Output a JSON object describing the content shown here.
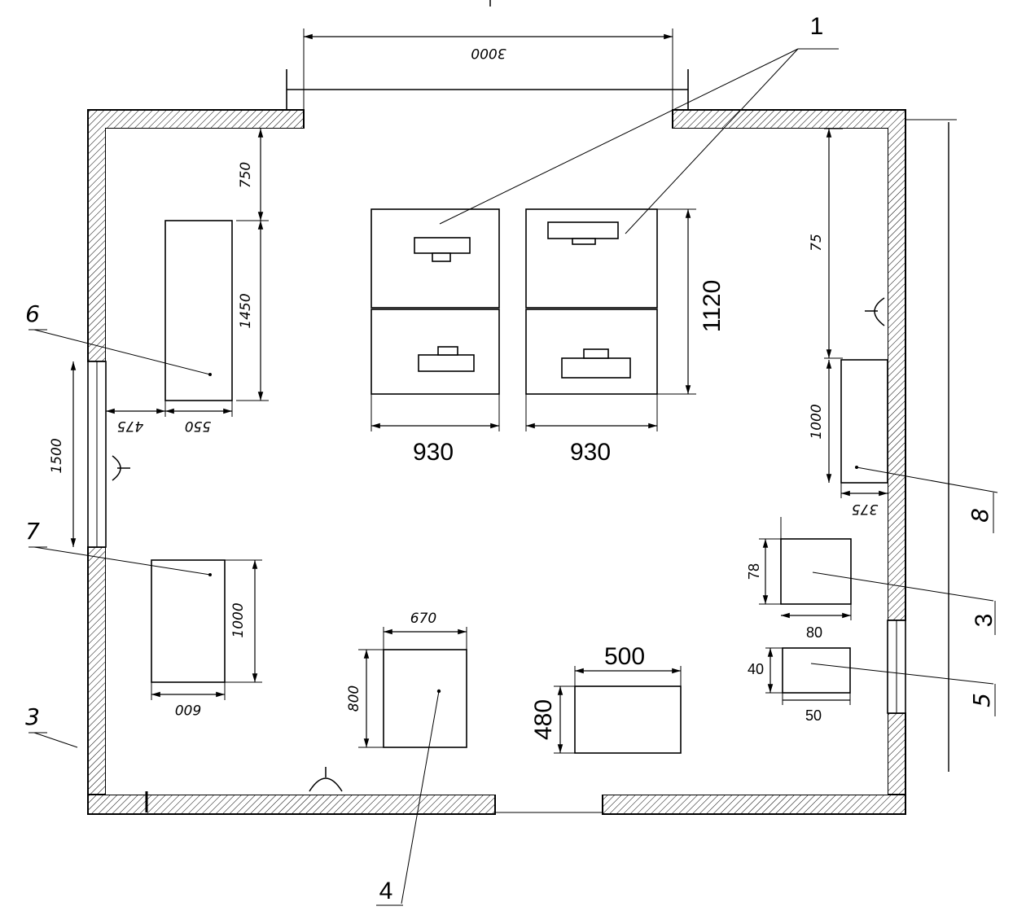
{
  "dimensions": {
    "door_width": "3000",
    "left_wall_top": "750",
    "cabinet_6_length": "1450",
    "cabinet_6_offset": "475",
    "cabinet_6_width": "550",
    "window_left": "1500",
    "desk_7_length": "1000",
    "desk_7_width": "600",
    "table_4_width": "670",
    "table_4_length": "800",
    "table_center_width": "500",
    "table_center_length": "480",
    "machine_width_a": "930",
    "machine_width_b": "930",
    "machine_depth": "1120",
    "right_wall_top": "75",
    "cabinet_8_length": "1000",
    "cabinet_8_width": "375",
    "box_3_height": "78",
    "box_3_width": "80",
    "box_5_height": "40",
    "box_5_width": "50"
  },
  "labels": {
    "tag_1": "1",
    "tag_3_left": "3",
    "tag_3_right": "3",
    "tag_4": "4",
    "tag_5": "5",
    "tag_6": "6",
    "tag_7": "7",
    "tag_8": "8"
  }
}
